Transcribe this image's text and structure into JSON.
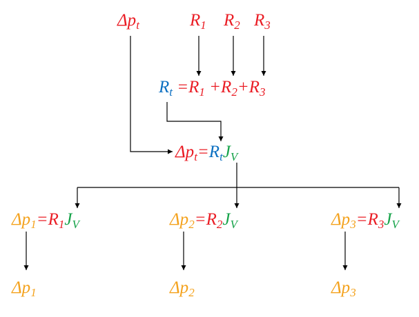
{
  "colors": {
    "red": "#ea1c24",
    "blue": "#0b6fc1",
    "green": "#16a34a",
    "orange": "#f4a21d",
    "line": "#000000"
  },
  "nodes": {
    "dp_t_top": {
      "segments": [
        {
          "text": "Δp",
          "sub": "t",
          "color": "red"
        }
      ]
    },
    "r1_top": {
      "segments": [
        {
          "text": "R",
          "sub": "1",
          "color": "red"
        }
      ]
    },
    "r2_top": {
      "segments": [
        {
          "text": "R",
          "sub": "2",
          "color": "red"
        }
      ]
    },
    "r3_top": {
      "segments": [
        {
          "text": "R",
          "sub": "3",
          "color": "red"
        }
      ]
    },
    "rt_equation": {
      "segments": [
        {
          "text": "R",
          "sub": "t",
          "color": "blue"
        },
        {
          "text": " =",
          "color": "red"
        },
        {
          "text": "R",
          "sub": "1",
          "color": "red"
        },
        {
          "text": " +",
          "color": "red"
        },
        {
          "text": "R",
          "sub": "2",
          "color": "red"
        },
        {
          "text": "+",
          "color": "red"
        },
        {
          "text": "R",
          "sub": "3",
          "color": "red"
        }
      ]
    },
    "dpt_equation": {
      "segments": [
        {
          "text": "Δp",
          "sub": "t",
          "color": "red"
        },
        {
          "text": "=",
          "color": "red"
        },
        {
          "text": "R",
          "sub": "t",
          "color": "blue"
        },
        {
          "text": "J",
          "sub": "V",
          "color": "green"
        }
      ]
    },
    "dp1_equation": {
      "segments": [
        {
          "text": "Δp",
          "sub": "1",
          "color": "orange"
        },
        {
          "text": "=",
          "color": "red"
        },
        {
          "text": "R",
          "sub": "1",
          "color": "red"
        },
        {
          "text": "J",
          "sub": "V",
          "color": "green"
        }
      ]
    },
    "dp2_equation": {
      "segments": [
        {
          "text": "Δp",
          "sub": "2",
          "color": "orange"
        },
        {
          "text": "=",
          "color": "red"
        },
        {
          "text": "R",
          "sub": "2",
          "color": "red"
        },
        {
          "text": "J",
          "sub": "V",
          "color": "green"
        }
      ]
    },
    "dp3_equation": {
      "segments": [
        {
          "text": "Δp",
          "sub": "3",
          "color": "orange"
        },
        {
          "text": "=",
          "color": "red"
        },
        {
          "text": "R",
          "sub": "3",
          "color": "red"
        },
        {
          "text": "J",
          "sub": "V",
          "color": "green"
        }
      ]
    },
    "dp1_result": {
      "segments": [
        {
          "text": "Δp",
          "sub": "1",
          "color": "orange"
        }
      ]
    },
    "dp2_result": {
      "segments": [
        {
          "text": "Δp",
          "sub": "2",
          "color": "orange"
        }
      ]
    },
    "dp3_result": {
      "segments": [
        {
          "text": "Δp",
          "sub": "3",
          "color": "orange"
        }
      ]
    }
  }
}
